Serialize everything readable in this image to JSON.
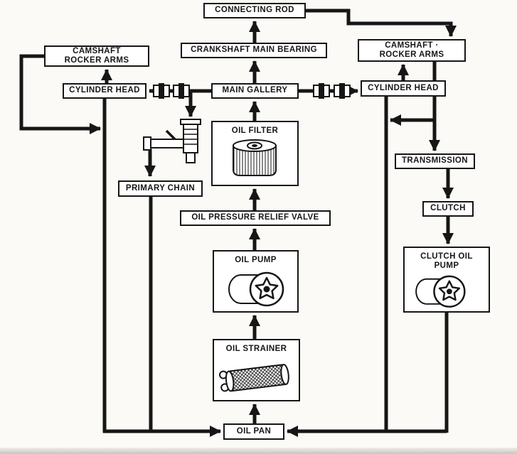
{
  "colors": {
    "ink": "#161616",
    "paper": "#fbfaf7"
  },
  "nodes": {
    "connecting_rod": {
      "label": "CONNECTING ROD"
    },
    "crankshaft_main_bearing": {
      "label": "CRANKSHAFT MAIN BEARING"
    },
    "camshaft_rocker_arms_left": {
      "line1": "CAMSHAFT",
      "line2": "ROCKER ARMS"
    },
    "camshaft_rocker_arms_right": {
      "line1": "CAMSHAFT ·",
      "line2": "ROCKER ARMS"
    },
    "cylinder_head_left": {
      "label": "CYLINDER HEAD"
    },
    "cylinder_head_right": {
      "label": "CYLINDER HEAD"
    },
    "main_gallery": {
      "label": "MAIN GALLERY"
    },
    "oil_filter": {
      "label": "OIL FILTER"
    },
    "primary_chain": {
      "label": "PRIMARY CHAIN"
    },
    "oil_pressure_relief_valve": {
      "label": "OIL PRESSURE RELIEF VALVE"
    },
    "transmission": {
      "label": "TRANSMISSION"
    },
    "clutch": {
      "label": "CLUTCH"
    },
    "oil_pump": {
      "label": "OIL PUMP"
    },
    "clutch_oil_pump": {
      "line1": "CLUTCH OIL",
      "line2": "PUMP"
    },
    "oil_strainer": {
      "label": "OIL STRAINER"
    },
    "oil_pan": {
      "label": "OIL PAN"
    }
  },
  "edges": [
    {
      "from": "oil_pan",
      "to": "oil_strainer"
    },
    {
      "from": "oil_strainer",
      "to": "oil_pump"
    },
    {
      "from": "oil_pump",
      "to": "oil_pressure_relief_valve"
    },
    {
      "from": "oil_pressure_relief_valve",
      "to": "oil_filter"
    },
    {
      "from": "oil_filter",
      "to": "main_gallery"
    },
    {
      "from": "main_gallery",
      "to": "crankshaft_main_bearing"
    },
    {
      "from": "crankshaft_main_bearing",
      "to": "connecting_rod"
    },
    {
      "from": "connecting_rod",
      "to": "camshaft_rocker_arms_right"
    },
    {
      "from": "main_gallery",
      "to": "cylinder_head_left"
    },
    {
      "from": "main_gallery",
      "to": "cylinder_head_right"
    },
    {
      "from": "cylinder_head_left",
      "to": "camshaft_rocker_arms_left"
    },
    {
      "from": "cylinder_head_right",
      "to": "camshaft_rocker_arms_right"
    },
    {
      "from": "camshaft_rocker_arms_left",
      "to": "oil_pan"
    },
    {
      "from": "main_gallery",
      "to": "primary_chain",
      "via": "oil_tap"
    },
    {
      "from": "primary_chain",
      "to": "oil_pan"
    },
    {
      "from": "camshaft_rocker_arms_right",
      "to": "transmission"
    },
    {
      "from": "camshaft_rocker_arms_right",
      "to": "oil_pan"
    },
    {
      "from": "transmission",
      "to": "clutch"
    },
    {
      "from": "clutch",
      "to": "clutch_oil_pump"
    },
    {
      "from": "clutch_oil_pump",
      "to": "oil_pan"
    }
  ],
  "icons": {
    "pipe_union": "pipe-union-icon",
    "oil_tap": "oil-tap-icon",
    "flow_arrow": "flow-arrow-icon",
    "oil_filter_cartridge": "oil-filter-illustration",
    "pump_rotor": "pump-rotor-illustration",
    "clutch_pump_rotor": "clutch-pump-rotor-illustration",
    "strainer_mesh": "oil-strainer-illustration"
  }
}
